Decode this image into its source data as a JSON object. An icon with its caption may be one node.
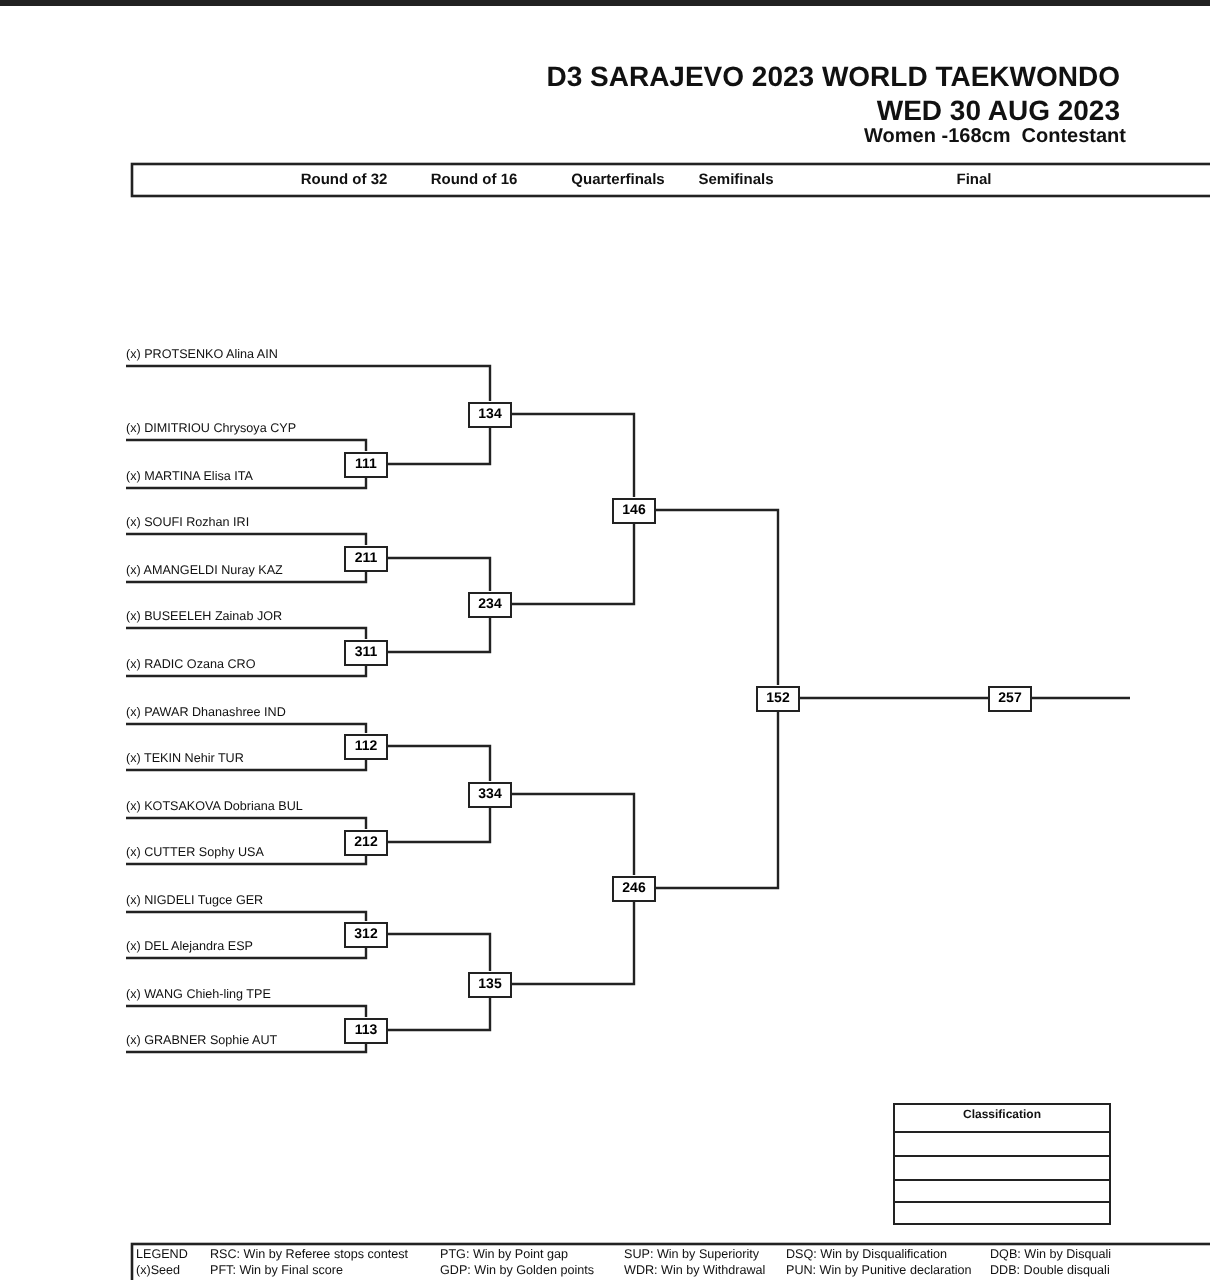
{
  "diagram": {
    "title": "D3 SARAJEVO 2023 WORLD TAEKWONDO",
    "nodes": [
      {
        "text": [
          "(x) PROTSENKO Alina AIN"
        ]
      },
      {
        "text": [
          "(x) DIMITRIOU Chrysoya CYP"
        ]
      },
      {
        "text": [
          "(x) MARTINA Elisa ITA"
        ]
      },
      {
        "text": [
          "(x) SOUFI Rozhan IRI"
        ]
      },
      {
        "text": [
          "(x) AMANGELDI Nuray KAZ"
        ]
      },
      {
        "text": [
          "(x) BUSEELEH Zainab JOR"
        ]
      },
      {
        "text": [
          "(x) RADIC Ozana CRO"
        ]
      },
      {
        "text": [
          "(x) PAWAR Dhanashree IND"
        ]
      },
      {
        "text": [
          "(x) TEKIN Nehir TUR"
        ]
      },
      {
        "text": [
          "(x) KOTSAKOVA Dobriana BUL"
        ]
      },
      {
        "text": [
          "(x) CUTTER Sophy USA"
        ]
      },
      {
        "text": [
          "(x) NIGDELI Tugce GER"
        ]
      },
      {
        "text": [
          "(x) DEL Alejandra ESP"
        ]
      },
      {
        "text": [
          "(x) WANG Chieh-ling TPE"
        ]
      },
      {
        "text": [
          "(x) GRABNER Sophie AUT"
        ]
      },
      {
        "text": [
          "111"
        ]
      },
      {
        "text": [
          "211"
        ]
      },
      {
        "text": [
          "311"
        ]
      },
      {
        "text": [
          "112"
        ]
      },
      {
        "text": [
          "212"
        ]
      },
      {
        "text": [
          "312"
        ]
      },
      {
        "text": [
          "113"
        ]
      },
      {
        "text": [
          "134"
        ]
      },
      {
        "text": [
          "234"
        ]
      },
      {
        "text": [
          "334"
        ]
      },
      {
        "text": [
          "135"
        ]
      },
      {
        "text": [
          "146"
        ]
      },
      {
        "text": [
          "246"
        ]
      },
      {
        "text": [
          "152"
        ]
      },
      {
        "text": [
          "257"
        ]
      }
    ],
    "edges": [
      {
        "from": 0,
        "to": 22,
        "arrow": "none"
      },
      {
        "from": 1,
        "to": 15,
        "arrow": "none"
      },
      {
        "from": 2,
        "to": 15,
        "arrow": "none"
      },
      {
        "from": 3,
        "to": 16,
        "arrow": "none"
      },
      {
        "from": 4,
        "to": 16,
        "arrow": "none"
      },
      {
        "from": 5,
        "to": 17,
        "arrow": "none"
      },
      {
        "from": 6,
        "to": 17,
        "arrow": "none"
      },
      {
        "from": 7,
        "to": 18,
        "arrow": "none"
      },
      {
        "from": 8,
        "to": 18,
        "arrow": "none"
      },
      {
        "from": 9,
        "to": 19,
        "arrow": "none"
      },
      {
        "from": 10,
        "to": 19,
        "arrow": "none"
      },
      {
        "from": 11,
        "to": 20,
        "arrow": "none"
      },
      {
        "from": 12,
        "to": 20,
        "arrow": "none"
      },
      {
        "from": 13,
        "to": 21,
        "arrow": "none"
      },
      {
        "from": 14,
        "to": 21,
        "arrow": "none"
      },
      {
        "from": 15,
        "to": 22,
        "arrow": "none"
      },
      {
        "from": 16,
        "to": 23,
        "arrow": "none"
      },
      {
        "from": 17,
        "to": 23,
        "arrow": "none"
      },
      {
        "from": 18,
        "to": 24,
        "arrow": "none"
      },
      {
        "from": 19,
        "to": 24,
        "arrow": "none"
      },
      {
        "from": 20,
        "to": 25,
        "arrow": "none"
      },
      {
        "from": 21,
        "to": 25,
        "arrow": "none"
      },
      {
        "from": 22,
        "to": 26,
        "arrow": "none"
      },
      {
        "from": 23,
        "to": 26,
        "arrow": "none"
      },
      {
        "from": 24,
        "to": 27,
        "arrow": "none"
      },
      {
        "from": 25,
        "to": 27,
        "arrow": "none"
      },
      {
        "from": 26,
        "to": 28,
        "arrow": "none"
      },
      {
        "from": 27,
        "to": 28,
        "arrow": "none"
      },
      {
        "from": 28,
        "to": 29,
        "arrow": "none"
      },
      {
        "from": 29,
        "to": null,
        "arrow": "none"
      }
    ],
    "labels": [
      "WED 30 AUG 2023",
      "Women -168cm  Contestant",
      "Round of 32",
      "Round of 16",
      "Quarterfinals",
      "Semifinals",
      "Final",
      "Classification",
      "LEGEND",
      "RSC: Win by Referee stops contest",
      "PTG: Win by Point gap",
      "SUP: Win by Superiority",
      "DSQ: Win by Disqualification",
      "DQB: Win by Disquali",
      "(x)Seed",
      "PFT: Win by Final score",
      "GDP: Win by Golden points",
      "WDR: Win by Withdrawal",
      "PUN: Win by Punitive declaration",
      "DDB: Double disquali"
    ]
  }
}
